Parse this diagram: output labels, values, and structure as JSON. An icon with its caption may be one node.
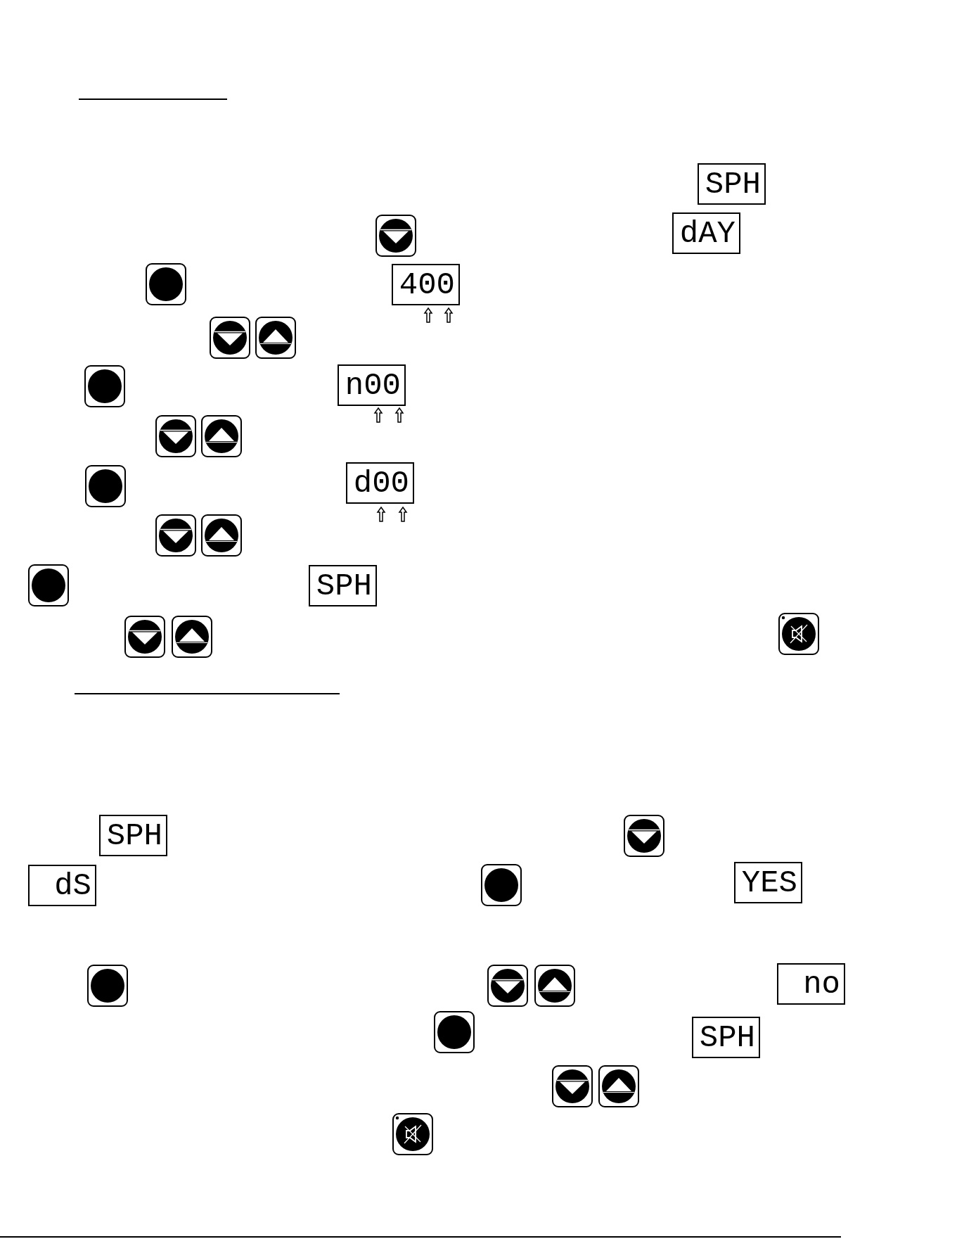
{
  "diagram": {
    "nodes": [
      {
        "text": [
          "SPH"
        ]
      },
      {
        "text": [
          "dAY"
        ]
      },
      {
        "text": [
          "400"
        ]
      },
      {
        "text": [
          "n00"
        ]
      },
      {
        "text": [
          "d00"
        ]
      },
      {
        "text": [
          "SPH"
        ]
      },
      {
        "text": [
          "SPH"
        ]
      },
      {
        "text": [
          "dS"
        ]
      },
      {
        "text": [
          "YES"
        ]
      },
      {
        "text": [
          "no"
        ]
      },
      {
        "text": [
          "SPH"
        ]
      }
    ]
  }
}
